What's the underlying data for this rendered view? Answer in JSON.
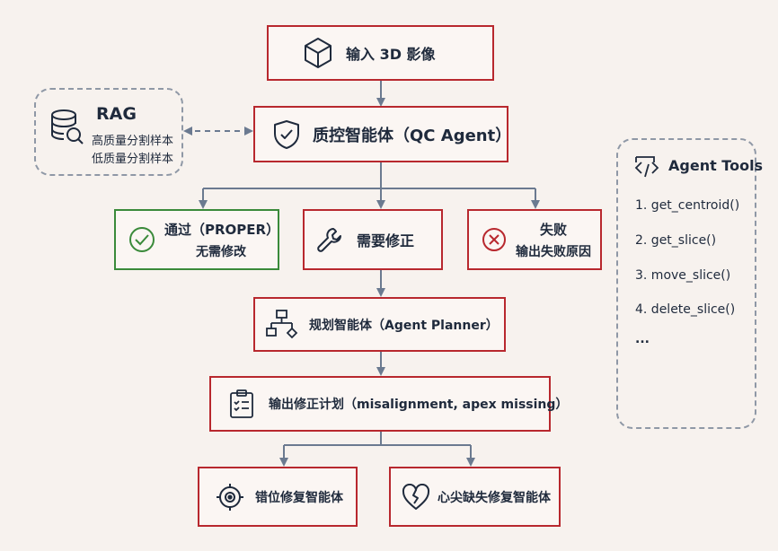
{
  "nodes": {
    "input": {
      "label": "输入 3D 影像",
      "icon": "cube-icon"
    },
    "qc": {
      "label": "质控智能体（QC Agent）",
      "icon": "shield-check-icon"
    },
    "proper": {
      "line1": "通过（PROPER）",
      "line2": "无需修改",
      "icon": "check-circle-icon"
    },
    "fix": {
      "label": "需要修正",
      "icon": "wrench-icon"
    },
    "fail": {
      "line1": "失败",
      "line2": "输出失败原因",
      "icon": "x-circle-icon"
    },
    "planner": {
      "label": "规划智能体（Agent Planner）",
      "icon": "flowchart-icon"
    },
    "plan": {
      "label": "输出修正计划（misalignment, apex missing）",
      "icon": "clipboard-icon"
    },
    "misalign": {
      "label": "错位修复智能体",
      "icon": "target-icon"
    },
    "apex": {
      "label": "心尖缺失修复智能体",
      "icon": "broken-heart-icon"
    }
  },
  "rag": {
    "title": "RAG",
    "line1": "高质量分割样本",
    "line2": "低质量分割样本",
    "icon": "database-search-icon"
  },
  "tools": {
    "title": "Agent Tools",
    "icon": "code-wrench-icon",
    "items": [
      "1. get_centroid()",
      "2. get_slice()",
      "3. move_slice()",
      "4. delete_slice()",
      "..."
    ]
  },
  "colors": {
    "node_border": "#b8282e",
    "pass_border": "#3a8a3a",
    "connector": "#6b7a90",
    "dashed": "#8f98a6"
  }
}
